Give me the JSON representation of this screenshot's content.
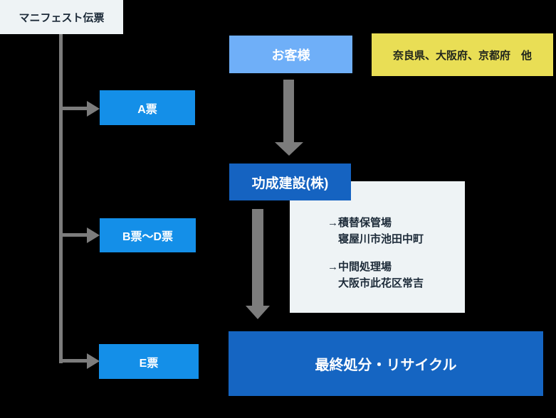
{
  "diagram_title": "マニフェスト伝票",
  "manifest": {
    "label": "マニフェスト伝票"
  },
  "slips": [
    {
      "label": "A票"
    },
    {
      "label": "B票～D票"
    },
    {
      "label": "E票"
    }
  ],
  "customer": {
    "label": "お客様"
  },
  "region_note": {
    "label": "奈良県、大阪府、京都府　他"
  },
  "company": {
    "label": "功成建設(株)"
  },
  "facilities": {
    "items": [
      {
        "title": "→積替保管場",
        "address": "寝屋川市池田中町"
      },
      {
        "title": "→中間処理場",
        "address": "大阪市此花区常吉"
      }
    ]
  },
  "final": {
    "label": "最終処分・リサイクル"
  },
  "colors": {
    "background": "#000000",
    "slip_blue": "#148FE8",
    "customer_blue": "#6FAFF8",
    "dark_blue": "#1563C1",
    "region_yellow": "#E9DE55",
    "light_panel": "#EEF3F5",
    "arrow_gray": "#7C7C7C"
  }
}
